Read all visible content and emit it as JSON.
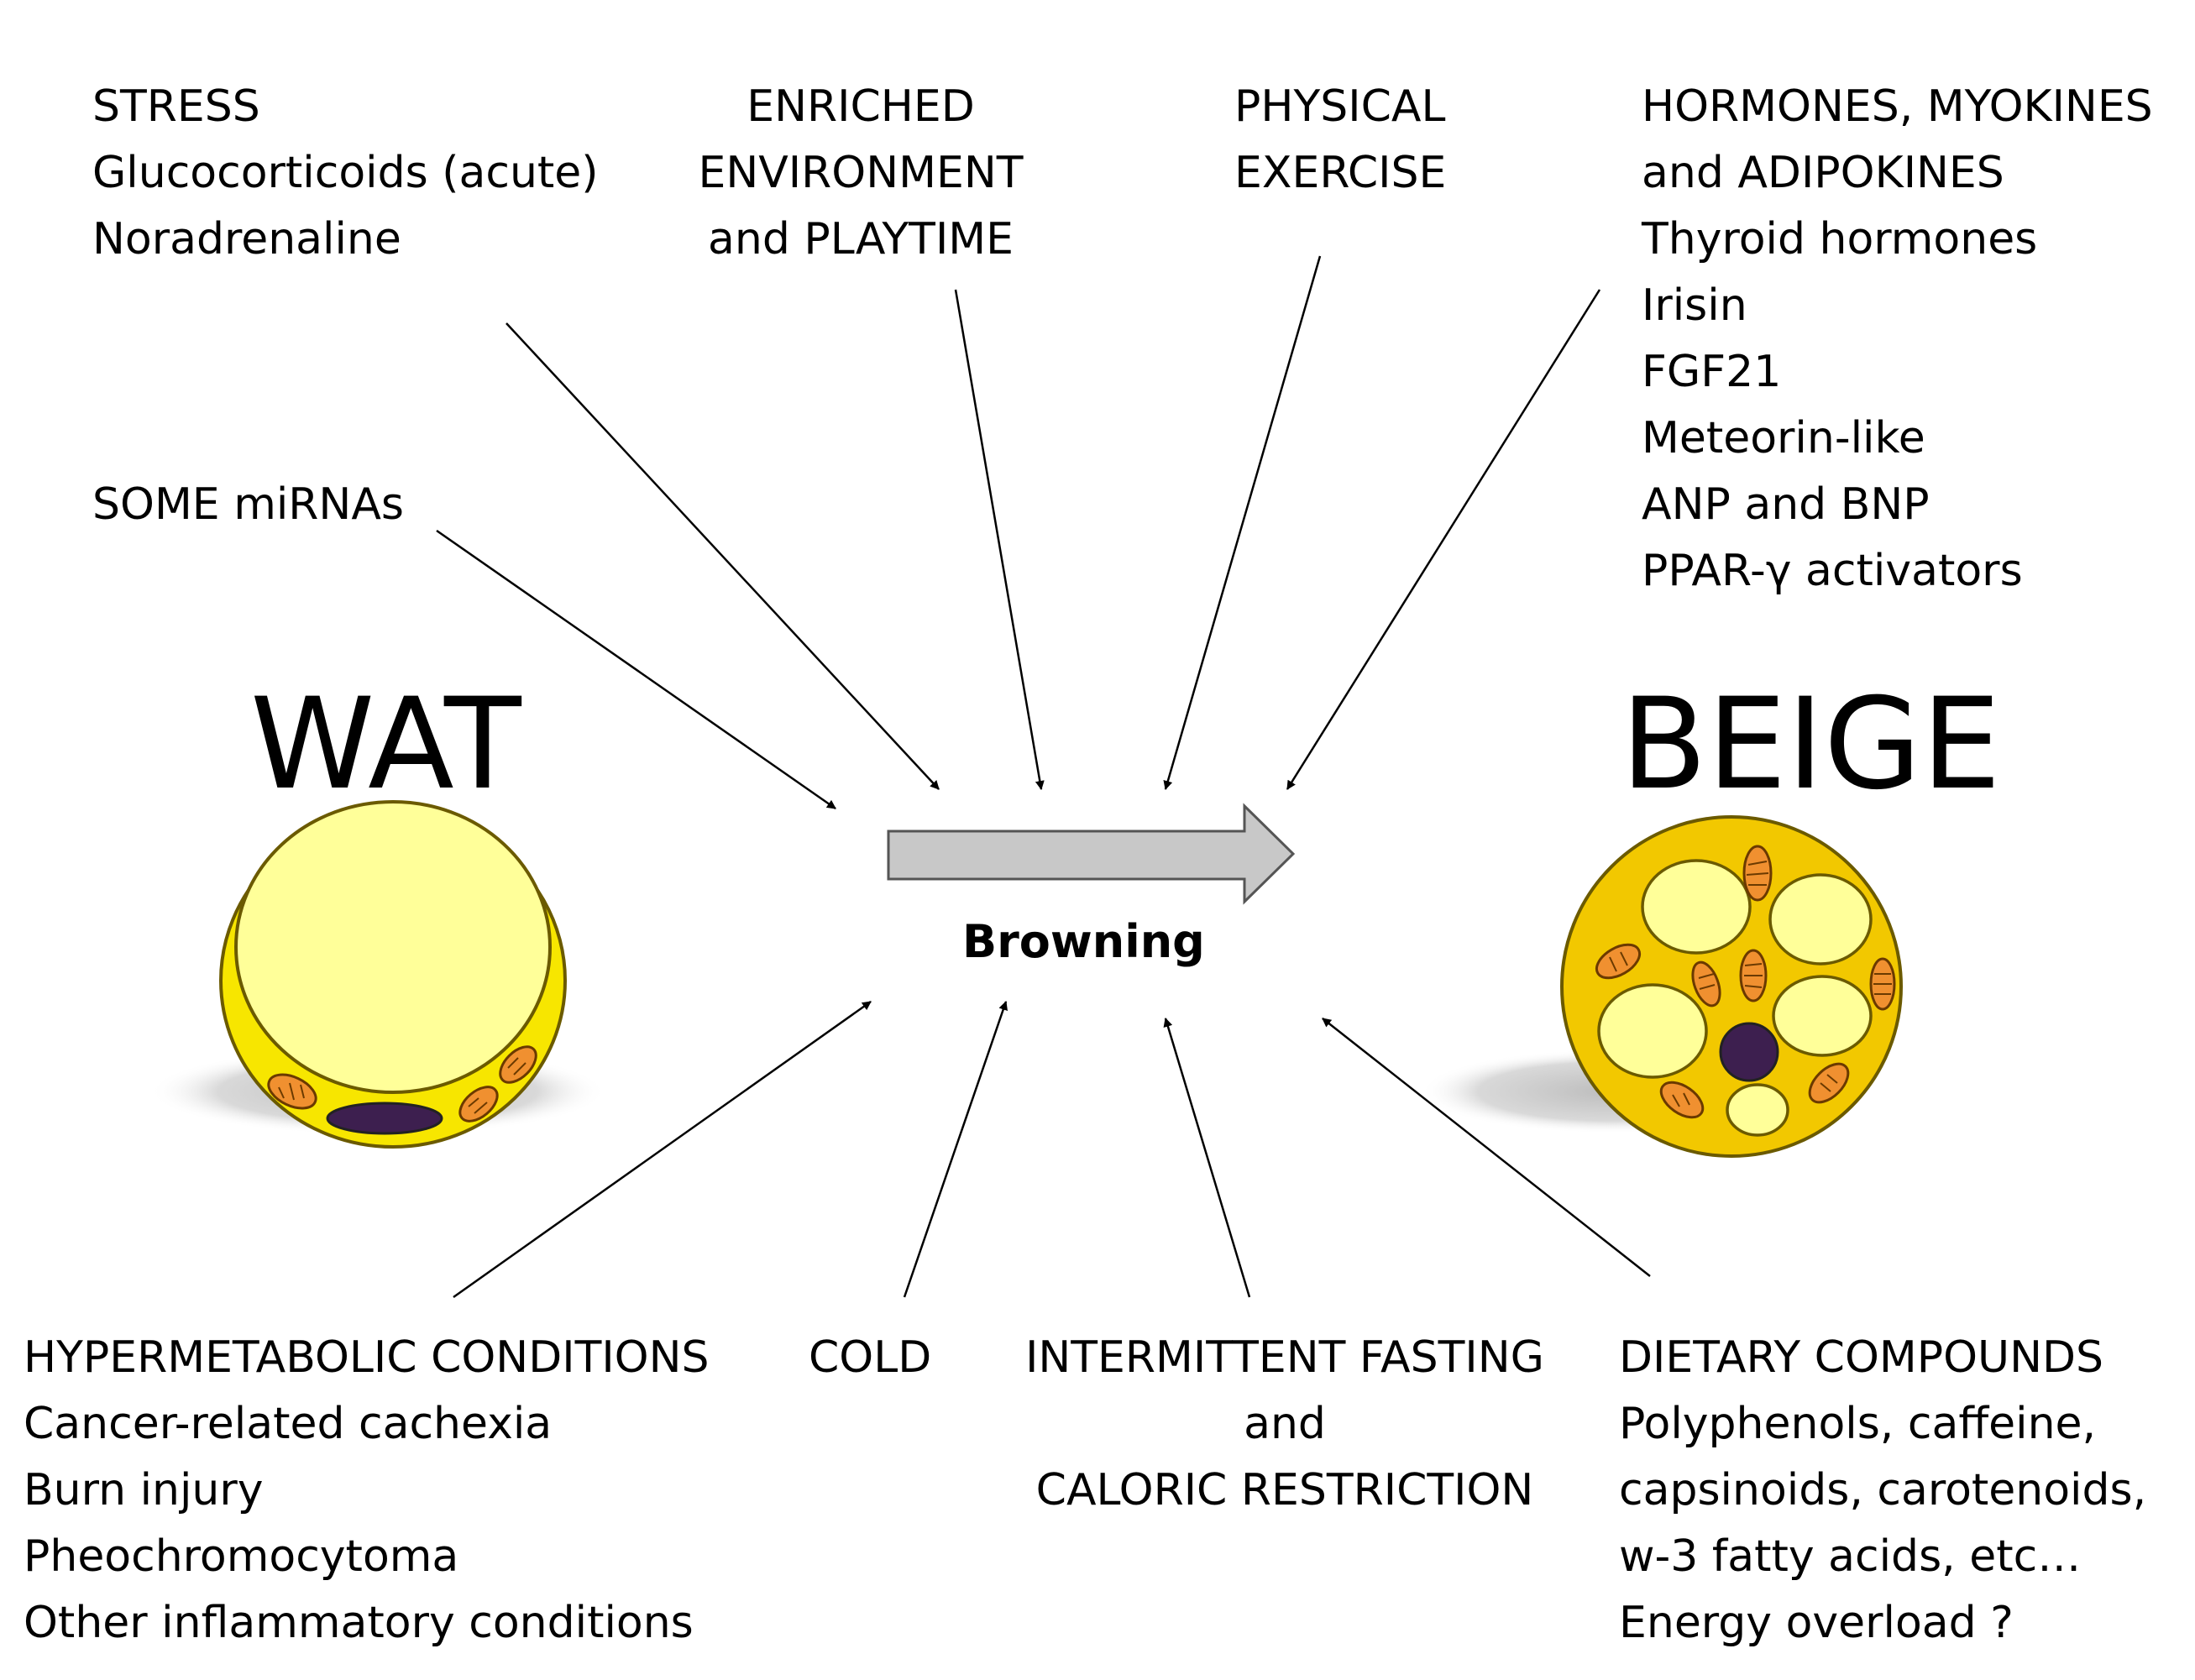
{
  "factors": {
    "stress": {
      "heading": "STRESS",
      "items": [
        "Glucocorticoids (acute)",
        "Noradrenaline"
      ]
    },
    "enriched": {
      "lines": [
        "ENRICHED",
        "ENVIRONMENT",
        "and PLAYTIME"
      ]
    },
    "exercise": {
      "lines": [
        "PHYSICAL",
        "EXERCISE"
      ]
    },
    "hormones": {
      "heading_lines": [
        "HORMONES, MYOKINES",
        "and ADIPOKINES"
      ],
      "items": [
        "Thyroid hormones",
        "Irisin",
        "FGF21",
        "Meteorin-like",
        "ANP and BNP",
        "PPAR-γ activators"
      ]
    },
    "mirna": {
      "label": "SOME miRNAs"
    },
    "hypermetabolic": {
      "heading": "HYPERMETABOLIC CONDITIONS",
      "items": [
        "Cancer-related cachexia",
        "Burn injury",
        "Pheochromocytoma",
        "Other inflammatory conditions"
      ]
    },
    "cold": {
      "label": "COLD"
    },
    "fasting": {
      "lines": [
        "INTERMITTENT FASTING",
        "and",
        "CALORIC RESTRICTION"
      ]
    },
    "dietary": {
      "heading": "DIETARY COMPOUNDS",
      "items": [
        "Polyphenols, caffeine,",
        "capsinoids, carotenoids,",
        "w-3 fatty acids, etc…",
        "Energy overload ?"
      ]
    }
  },
  "center": {
    "process_label": "Browning"
  },
  "cells": {
    "wat": {
      "label": "WAT",
      "fill_color": "#f7e600",
      "droplet_color": "#ffff99",
      "mitochondria_color": "#f09030",
      "nucleus_color": "#3d1f4f"
    },
    "beige": {
      "label": "BEIGE",
      "fill_color": "#f2c800",
      "droplet_color": "#ffff99",
      "mitochondria_color": "#f09030",
      "nucleus_color": "#3d1f4f"
    }
  },
  "colors": {
    "arrow_fill": "#c8c8c8",
    "arrow_stroke": "#555555",
    "line_color": "#000000",
    "cell_outline": "#6b5a00",
    "shadow": "#cfcfcf"
  }
}
